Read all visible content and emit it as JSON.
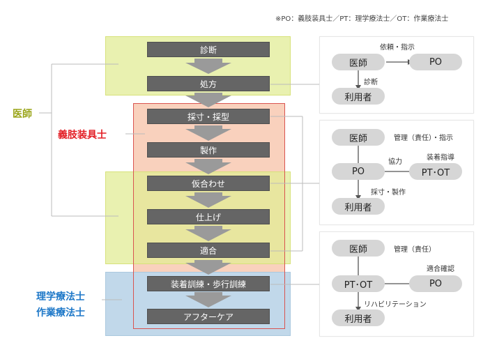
{
  "note": "※PO：義肢装具士／PT：理学療法士／OT：作業療法士",
  "roles": {
    "doctor": "医師",
    "po": "義肢装具士",
    "pt": "理学療法士",
    "ot": "作業療法士"
  },
  "steps": [
    "診断",
    "処方",
    "採寸・採型",
    "製作",
    "仮合わせ",
    "仕上げ",
    "適合",
    "装着訓練・歩行訓練",
    "アフターケア"
  ],
  "panels": [
    {
      "nodes": [
        "医師",
        "PO",
        "利用者"
      ],
      "labels": [
        "依頼・指示",
        "診断"
      ]
    },
    {
      "nodes": [
        "医師",
        "PO",
        "PT･OT",
        "利用者"
      ],
      "labels": [
        "管理（責任）・指示",
        "協力",
        "装着指導",
        "採寸・製作"
      ]
    },
    {
      "nodes": [
        "医師",
        "PT･OT",
        "PO",
        "利用者"
      ],
      "labels": [
        "管理（責任）",
        "適合確認",
        "リハビリテーション"
      ]
    }
  ],
  "colors": {
    "doctor": "#9aa51a",
    "po": "#e31f26",
    "pt_ot": "#1e78c8",
    "step_box": "#656565",
    "arrow": "#999999",
    "pill": "#d6d6d6"
  }
}
